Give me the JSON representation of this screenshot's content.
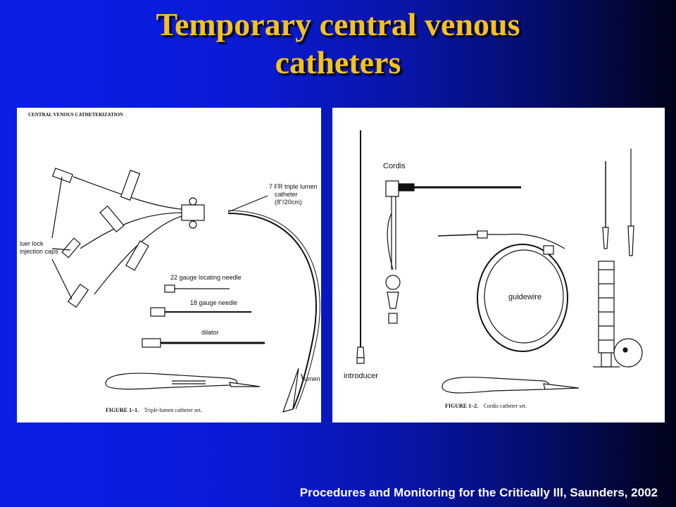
{
  "slide": {
    "title_lines": [
      "Temporary central venous",
      "catheters"
    ],
    "citation": "Procedures and Monitoring for the Critically Ill, Saunders, 2002"
  },
  "figure_left": {
    "header": "CENTRAL VENOUS CATHETERIZATION",
    "labels": {
      "catheter_1": "7 FR triple lumen",
      "catheter_2": "catheter",
      "catheter_3": "(8\"/20cm)",
      "caps_1": "luer lock",
      "caps_2": "injection caps",
      "needle_22": "22 gauge locating needle",
      "needle_18": "18 gauge needle",
      "dilator": "dilator",
      "lumen": "lumen"
    },
    "caption_bold": "FIGURE 1–1.",
    "caption_text": "Triple-lumen catheter set."
  },
  "figure_right": {
    "labels": {
      "cordis": "Cordis",
      "guidewire": "guidewire",
      "introducer": "introducer"
    },
    "caption_bold": "FIGURE 1–2.",
    "caption_text": "Cordis catheter set."
  }
}
